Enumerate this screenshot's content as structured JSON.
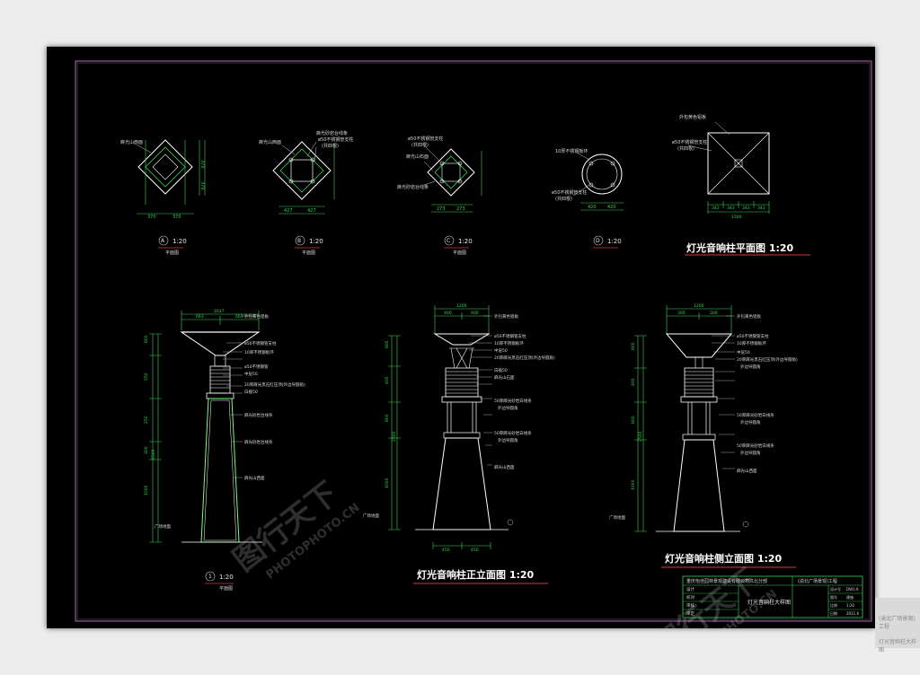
{
  "plans": [
    {
      "circle": "A",
      "scale": "1:20",
      "sub": "平面图",
      "labels": [
        "麻光山西面"
      ],
      "dims": [
        "370",
        "370",
        "370",
        "370"
      ]
    },
    {
      "circle": "B",
      "scale": "1:20",
      "sub": "平面图",
      "labels": [
        "麻光山西面",
        "麻光砂岩台线条",
        "ø50不锈钢管支柱",
        "(共四根)"
      ],
      "dims": [
        "427",
        "427"
      ]
    },
    {
      "circle": "C",
      "scale": "1:20",
      "sub": "平面图",
      "labels": [
        "ø50不锈钢管支柱",
        "(共四根)",
        "麻光山石面",
        "麻光砂岩台线条"
      ],
      "dims": [
        "273",
        "273"
      ]
    },
    {
      "circle": "D",
      "scale": "1:20",
      "sub": "平面图",
      "labels": [
        "10厚不锈钢板环",
        "ø50不锈钢管支柱",
        "(共四根)"
      ],
      "dims": [
        "420",
        "420"
      ]
    }
  ],
  "plan_view": {
    "title": "灯光音响柱平面图 1:20",
    "labels": [
      "外包黄色铝板",
      "ø50不锈钢管支柱",
      "(共四根)"
    ],
    "dims": [
      "343",
      "343",
      "343",
      "343",
      "1200"
    ]
  },
  "elev_left": {
    "circle": "1",
    "scale": "1:20",
    "sub": "平面图",
    "top_dims": [
      "1637",
      "663",
      "663"
    ],
    "side_dims": [
      "600",
      "550",
      "250",
      "2500",
      "300",
      "1000"
    ],
    "labels": [
      "外包黄色铝板",
      "ø50不锈钢管支柱",
      "10厚不锈钢板环",
      "ø50不锈钢管",
      "中层50",
      "20厚麻光黑石红压顶(外边导圆角)",
      "白棱50",
      "麻光砂岩台线条",
      "麻光砂岩台线条",
      "麻光山西面",
      "广场地面"
    ]
  },
  "elev_front": {
    "title": "灯光音响柱正立面图 1:20",
    "top_dims": [
      "1200",
      "400",
      "400"
    ],
    "bottom_dims": [
      "450",
      "450"
    ],
    "side_dims": [
      "600",
      "400",
      "800",
      "1000",
      "2500"
    ],
    "labels": [
      "外包黄色铝板",
      "ø50不锈钢管支柱",
      "10厚不锈钢板环",
      "中层50",
      "20厚麻光黑石红压顶(外边导圆角)",
      "白棱50",
      "麻光山石面",
      "50厚麻光砂岩白线条",
      "外边导圆角",
      "50厚麻光砂岩白线条",
      "外边导圆角",
      "麻光山西面",
      "广场地面"
    ]
  },
  "elev_side": {
    "title": "灯光音响柱侧立面图 1:20",
    "top_dims": [
      "1200",
      "300",
      "300"
    ],
    "side_dims": [
      "600",
      "400",
      "800",
      "1000",
      "2500"
    ],
    "labels": [
      "外包黄色铝板",
      "ø50不锈钢管支柱",
      "10厚不锈钢板环",
      "中层50",
      "20厚麻光黑石红压顶(外边导圆角)",
      "外边导圆角",
      "50厚麻光砂岩白线条",
      "外边导圆角",
      "50厚麻光砂岩白线条",
      "外边导圆角",
      "麻光山西面",
      "广场地面"
    ]
  },
  "title_block": {
    "company": "重庆怡佳园林景观建设有限公司江北分部",
    "project": "(渝北广场景观)工程",
    "drawing": "灯光音响柱大样图",
    "rows": [
      "设计",
      "校对",
      "审核",
      "审定"
    ],
    "meta": [
      [
        "设计号",
        "DW1-6"
      ],
      [
        "图号",
        "建施"
      ],
      [
        "比例",
        "1:20"
      ],
      [
        "日期",
        "2011.6"
      ]
    ]
  },
  "watermark": {
    "brand": "图行天下",
    "url": "PHOTOPHOTO.CN"
  },
  "ghost_sheet": {
    "project": "(渝北广场景观)工程",
    "drawing": "灯光音响柱大样图"
  },
  "colors": {
    "line": "#ffffff",
    "dim": "#39d353",
    "post": "#7cfc7c",
    "frame": "#b06ab0",
    "title_line": "#d23c3c"
  }
}
